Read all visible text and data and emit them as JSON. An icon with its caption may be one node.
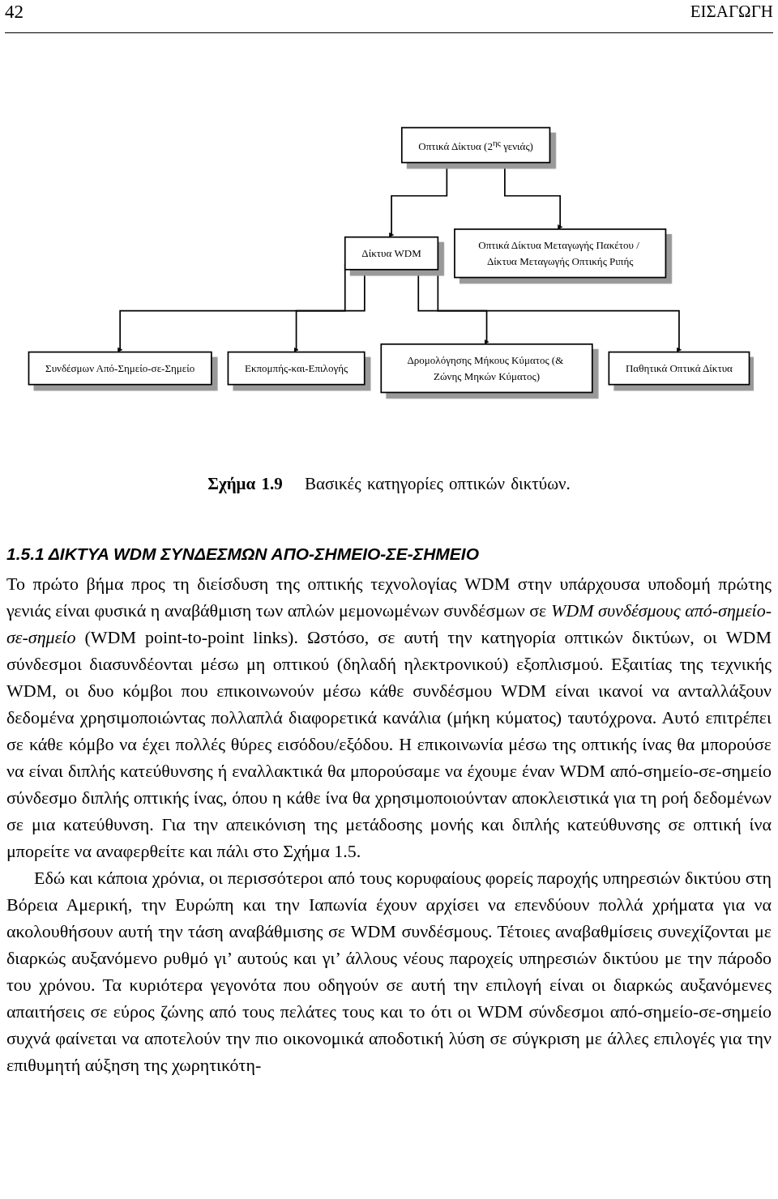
{
  "diagram": {
    "caption": "**Σχήμα 1.9** Βασικές κατηγορίες οπτικών δικτύων.",
    "nodes": [
      {
        "text": [
          "Οπτικά Δίκτυα (2$^{ης}$ γενιάς)"
        ]
      },
      {
        "text": [
          "Δίκτυα WDM"
        ]
      },
      {
        "text": [
          "Οπτικά Δίκτυα Μεταγωγής Πακέτου / Δίκτυα Μεταγωγής Οπτικής Ριπής"
        ]
      },
      {
        "text": [
          "Συνδέσμων Από-Σημείο-σε-Σημείο"
        ]
      },
      {
        "text": [
          "Εκπομπής-και-Επιλογής"
        ]
      },
      {
        "text": [
          "Δρομολόγησης Μήκους Κύματος (& Ζώνης Μηκών Κύματος)"
        ]
      },
      {
        "text": [
          "Παθητικά Οπτικά Δίκτυα"
        ]
      }
    ],
    "edges": [
      {
        "from": 0,
        "to": 1,
        "arrow": "to"
      },
      {
        "from": 0,
        "to": 2,
        "arrow": "to"
      },
      {
        "from": 1,
        "to": 3,
        "arrow": "to"
      },
      {
        "from": 1,
        "to": 4,
        "arrow": "to"
      },
      {
        "from": 1,
        "to": 5,
        "arrow": "to"
      },
      {
        "from": 1,
        "to": 6,
        "arrow": "to"
      }
    ],
    "labels": [
      "42",
      "ΕΙΣΑΓΩΓΗ",
      "1.5.1 ΔΙΚΤΥΑ WDM ΣΥΝΔΕΣΜΩΝ ΑΠΟ-ΣΗΜΕΙΟ-ΣΕ-ΣΗΜΕΙΟ",
      "Το πρώτο βήμα προς τη διείσδυση της οπτικής τεχνολογίας WDM στην υπάρχουσα υποδομή πρώτης γενιάς είναι φυσικά η αναβάθμιση των απλών μεμονωμένων συνδέσμων σε *WDM συνδέσμους από-σημείο-σε-σημείο* (WDM point-to-point links). Ωστόσο, σε αυτή την κατηγορία οπτικών δικτύων, οι WDM σύνδεσμοι διασυνδέονται μέσω μη οπτικού (δηλαδή ηλεκτρονικού) εξοπλισμού. Εξαιτίας της τεχνικής WDM, οι δυο κόμβοι που επικοινωνούν μέσω κάθε συνδέσμου WDM είναι ικανοί να ανταλλάξουν δεδομένα χρησιμοποιώντας πολλαπλά διαφορετικά κανάλια (μήκη κύματος) ταυτόχρονα. Αυτό επιτρέπει σε κάθε κόμβο να έχει πολλές θύρες εισόδου/εξόδου. Η επικοινωνία μέσω της οπτικής ίνας θα μπορούσε να είναι διπλής κατεύθυνσης ή εναλλακτικά θα μπορούσαμε να έχουμε έναν WDM από-σημείο-σε-σημείο σύνδεσμο διπλής οπτικής ίνας, όπου η κάθε ίνα θα χρησιμοποιούνταν αποκλειστικά για τη ροή δεδομένων σε μια κατεύθυνση. Για την απεικόνιση της μετάδοσης μονής και διπλής κατεύθυνσης σε οπτική ίνα μπορείτε να αναφερθείτε και πάλι στο Σχήμα 1.5.",
      "Εδώ και κάποια χρόνια, οι περισσότεροι από τους κορυφαίους φορείς παροχής υπηρεσιών δικτύου στη Βόρεια Αμερική, την Ευρώπη και την Ιαπωνία έχουν αρχίσει να επενδύουν πολλά χρήματα για να ακολουθήσουν αυτή την τάση αναβάθμισης σε WDM συνδέσμους. Τέτοιες αναβαθμίσεις συνεχίζονται με διαρκώς αυξανόμενο ρυθμό γι’ αυτούς και γι’ άλλους νέους παροχείς υπηρεσιών δικτύου με την πάροδο του χρόνου. Τα κυριότερα γεγονότα που οδηγούν σε αυτή την επιλογή είναι οι διαρκώς αυξανόμενες απαιτήσεις σε εύρος ζώνης από τους πελάτες τους και το ότι οι WDM σύνδεσμοι από-σημείο-σε-σημείο συχνά φαίνεται να αποτελούν την πιο οικονομικά αποδοτική λύση σε σύγκριση με άλλες επιλογές για την επιθυμητή αύξηση της χωρητικότη-"
    ]
  }
}
